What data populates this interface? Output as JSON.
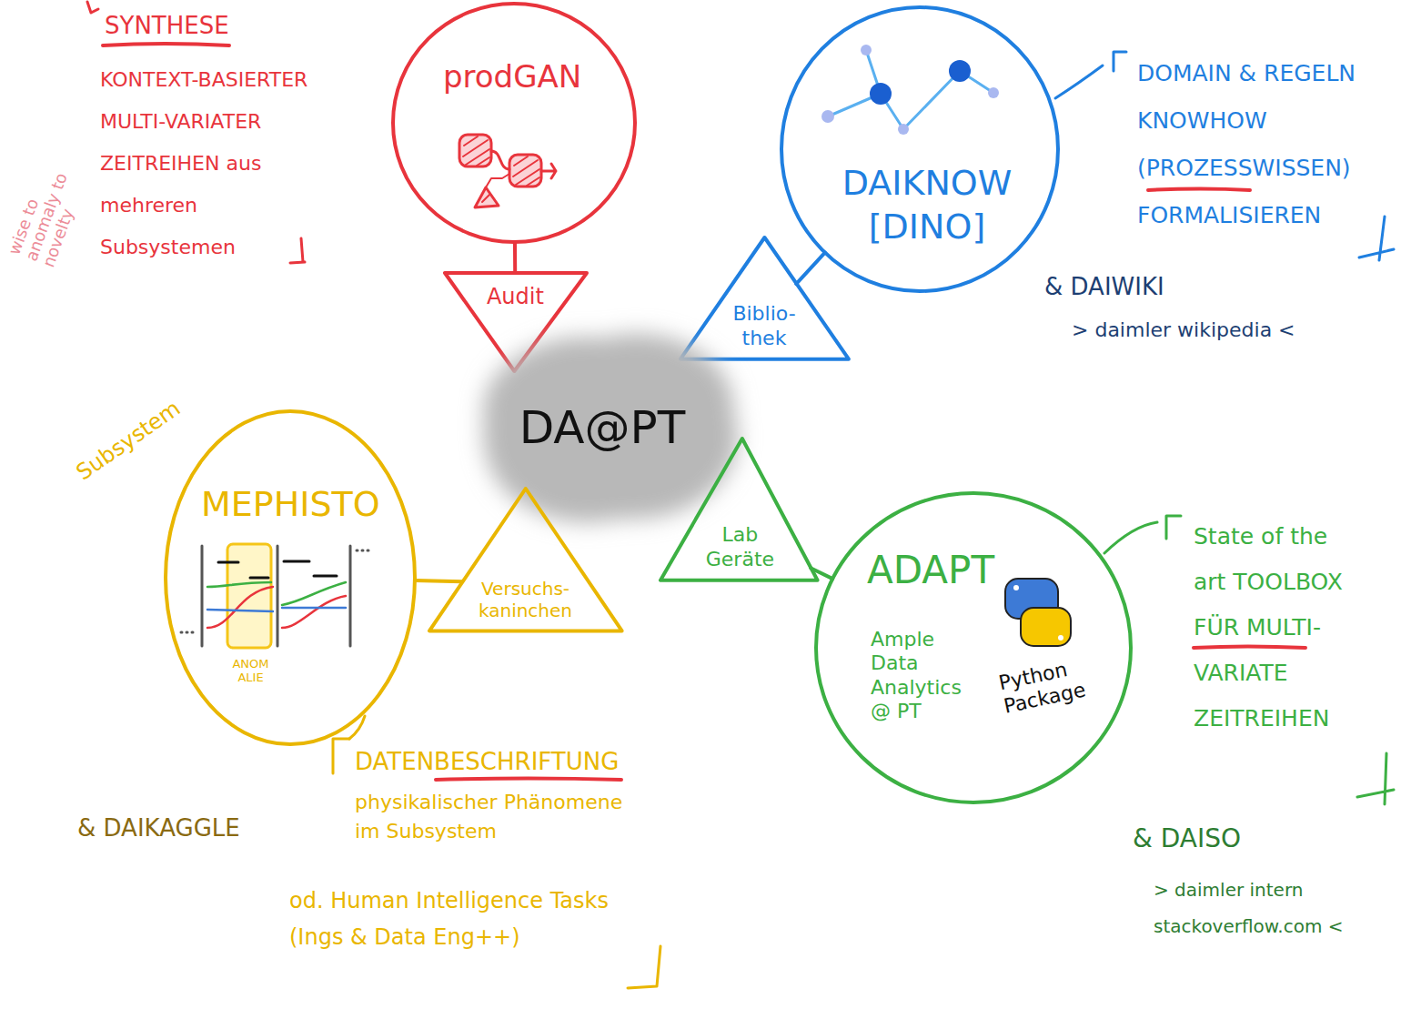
{
  "diagram": {
    "nodes": [
      {
        "text": [
          "prodGAN"
        ]
      },
      {
        "text": [
          "DAIKNOW [DINO]"
        ]
      },
      {
        "text": [
          "Audit"
        ]
      },
      {
        "text": [
          "Biblio- thek"
        ]
      },
      {
        "text": [
          "DA@PT"
        ]
      },
      {
        "text": [
          "MEPHISTO"
        ]
      },
      {
        "text": [
          "Versuchs- kaninchen"
        ]
      },
      {
        "text": [
          "Lab Geräte"
        ]
      },
      {
        "text": [
          "ADAPT",
          "Ample Data Analytics @ PT",
          "Python Package"
        ]
      }
    ],
    "edges": [
      {
        "from": 0,
        "to": 2,
        "arrow": "none"
      },
      {
        "from": 1,
        "to": 3,
        "arrow": "none"
      },
      {
        "from": 5,
        "to": 6,
        "arrow": "none"
      },
      {
        "from": 8,
        "to": 7,
        "arrow": "none"
      }
    ],
    "labels": [
      "SYNTHESE",
      "KONTEXT-BASIERTER MULTI-VARIATER ZEITREIHEN aus mehreren Subsystemen",
      "wise to anomaly to novelty",
      "DOMAIN & REGELN KNOWHOW (PROZESSWISSEN) FORMALISIEREN",
      "& DAIWIKI",
      "> daimler wikipedia <",
      "Subsystem",
      "ANOM ALIE",
      "DATENBESCHRIFTUNG",
      "physikalischer Phänomene im Subsystem",
      "od. Human Intelligence Tasks (Ings & Data Eng++)",
      "& DAIKAGGLE",
      "State of the art TOOLBOX FÜR MULTI-VARIATE ZEITREIHEN",
      "& DAISO",
      "> daimler intern stackoverflow.com <"
    ]
  }
}
